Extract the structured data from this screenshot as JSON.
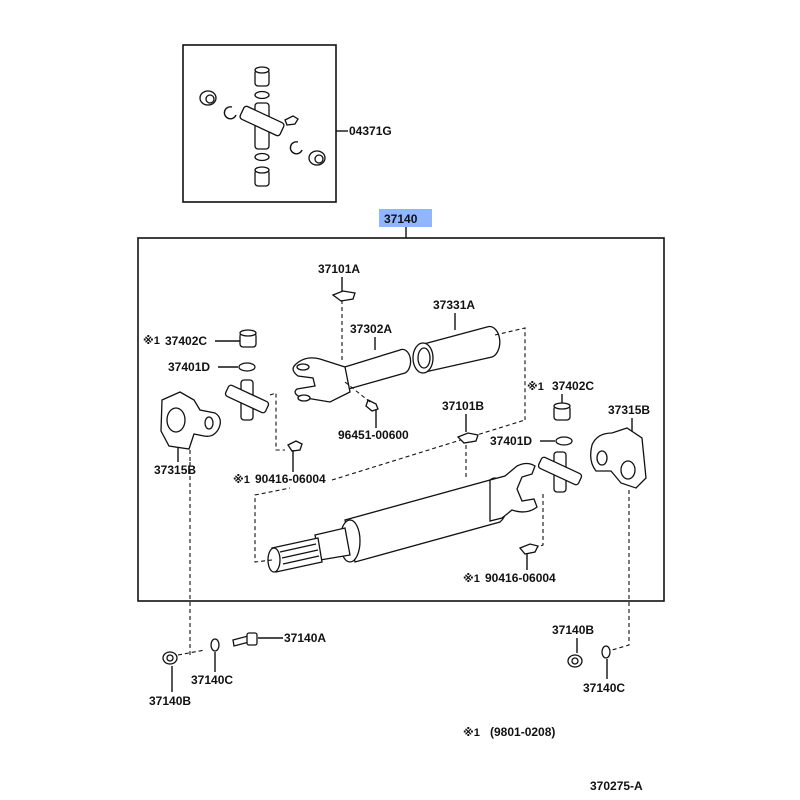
{
  "diagram": {
    "main_assembly": {
      "part_no": "37140",
      "highlight_color": "#8fb6ff"
    },
    "kit": {
      "part_no": "04371G"
    },
    "labels": {
      "p37101A": "37101A",
      "p37331A": "37331A",
      "p37302A": "37302A",
      "p37402C_left": "37402C",
      "p37401D_left": "37401D",
      "p96451": "96451-00600",
      "p37101B": "37101B",
      "p37402C_right": "37402C",
      "p37401D_right": "37401D",
      "p37315B_left": "37315B",
      "p37315B_right": "37315B",
      "p90416_upper": "90416-06004",
      "p90416_lower": "90416-06004",
      "p37140A": "37140A",
      "p37140C_left": "37140C",
      "p37140B_left": "37140B",
      "p37140B_right": "37140B",
      "p37140C_right": "37140C"
    },
    "note_mark": "※1",
    "footnote": {
      "mark": "※1",
      "text": "(9801-0208)"
    },
    "illustration_id": "370275-A"
  }
}
